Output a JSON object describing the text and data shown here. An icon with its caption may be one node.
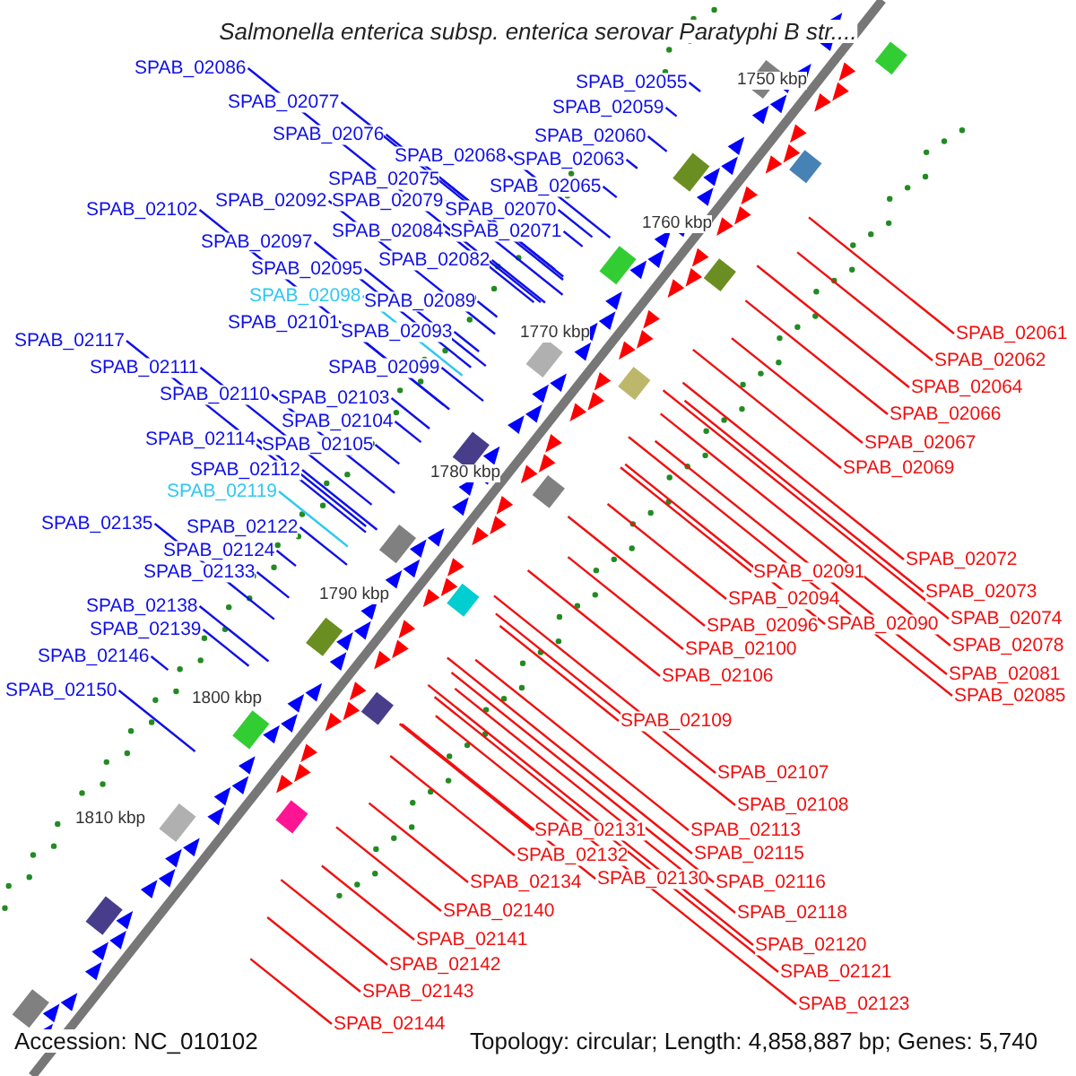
{
  "diagram": {
    "title": "Salmonella enterica subsp. enterica serovar Paratyphi B str....",
    "nodes": [
      {
        "text": [
          "SPAB_02086"
        ]
      },
      {
        "text": [
          "SPAB_02077"
        ]
      },
      {
        "text": [
          "SPAB_02076"
        ]
      },
      {
        "text": [
          "SPAB_02068"
        ]
      },
      {
        "text": [
          "SPAB_02075"
        ]
      },
      {
        "text": [
          "SPAB_02092"
        ]
      },
      {
        "text": [
          "SPAB_02079"
        ]
      },
      {
        "text": [
          "SPAB_02070"
        ]
      },
      {
        "text": [
          "SPAB_02102"
        ]
      },
      {
        "text": [
          "SPAB_02084"
        ]
      },
      {
        "text": [
          "SPAB_02071"
        ]
      },
      {
        "text": [
          "SPAB_02097"
        ]
      },
      {
        "text": [
          "SPAB_02082"
        ]
      },
      {
        "text": [
          "SPAB_02095"
        ]
      },
      {
        "text": [
          "SPAB_02098"
        ]
      },
      {
        "text": [
          "SPAB_02089"
        ]
      },
      {
        "text": [
          "SPAB_02101"
        ]
      },
      {
        "text": [
          "SPAB_02093"
        ]
      },
      {
        "text": [
          "SPAB_02117"
        ]
      },
      {
        "text": [
          "SPAB_02111"
        ]
      },
      {
        "text": [
          "SPAB_02099"
        ]
      },
      {
        "text": [
          "SPAB_02110"
        ]
      },
      {
        "text": [
          "SPAB_02103"
        ]
      },
      {
        "text": [
          "SPAB_02104"
        ]
      },
      {
        "text": [
          "SPAB_02114"
        ]
      },
      {
        "text": [
          "SPAB_02105"
        ]
      },
      {
        "text": [
          "SPAB_02112"
        ]
      },
      {
        "text": [
          "SPAB_02119"
        ]
      },
      {
        "text": [
          "SPAB_02135"
        ]
      },
      {
        "text": [
          "SPAB_02122"
        ]
      },
      {
        "text": [
          "SPAB_02124"
        ]
      },
      {
        "text": [
          "SPAB_02133"
        ]
      },
      {
        "text": [
          "SPAB_02138"
        ]
      },
      {
        "text": [
          "SPAB_02139"
        ]
      },
      {
        "text": [
          "SPAB_02146"
        ]
      },
      {
        "text": [
          "SPAB_02150"
        ]
      },
      {
        "text": [
          "SPAB_02055"
        ]
      },
      {
        "text": [
          "SPAB_02059"
        ]
      },
      {
        "text": [
          "SPAB_02060"
        ]
      },
      {
        "text": [
          "SPAB_02063"
        ]
      },
      {
        "text": [
          "SPAB_02065"
        ]
      },
      {
        "text": [
          "SPAB_02061"
        ]
      },
      {
        "text": [
          "SPAB_02062"
        ]
      },
      {
        "text": [
          "SPAB_02064"
        ]
      },
      {
        "text": [
          "SPAB_02066"
        ]
      },
      {
        "text": [
          "SPAB_02067"
        ]
      },
      {
        "text": [
          "SPAB_02069"
        ]
      },
      {
        "text": [
          "SPAB_02072"
        ]
      },
      {
        "text": [
          "SPAB_02073"
        ]
      },
      {
        "text": [
          "SPAB_02074"
        ]
      },
      {
        "text": [
          "SPAB_02078"
        ]
      },
      {
        "text": [
          "SPAB_02081"
        ]
      },
      {
        "text": [
          "SPAB_02085"
        ]
      },
      {
        "text": [
          "SPAB_02091"
        ]
      },
      {
        "text": [
          "SPAB_02094"
        ]
      },
      {
        "text": [
          "SPAB_02096"
        ]
      },
      {
        "text": [
          "SPAB_02090"
        ]
      },
      {
        "text": [
          "SPAB_02100"
        ]
      },
      {
        "text": [
          "SPAB_02106"
        ]
      },
      {
        "text": [
          "SPAB_02109"
        ]
      },
      {
        "text": [
          "SPAB_02107"
        ]
      },
      {
        "text": [
          "SPAB_02108"
        ]
      },
      {
        "text": [
          "SPAB_02113"
        ]
      },
      {
        "text": [
          "SPAB_02115"
        ]
      },
      {
        "text": [
          "SPAB_02116"
        ]
      },
      {
        "text": [
          "SPAB_02118"
        ]
      },
      {
        "text": [
          "SPAB_02120"
        ]
      },
      {
        "text": [
          "SPAB_02121"
        ]
      },
      {
        "text": [
          "SPAB_02123"
        ]
      },
      {
        "text": [
          "SPAB_02131"
        ]
      },
      {
        "text": [
          "SPAB_02132"
        ]
      },
      {
        "text": [
          "SPAB_02134"
        ]
      },
      {
        "text": [
          "SPAB_02130"
        ]
      },
      {
        "text": [
          "SPAB_02140"
        ]
      },
      {
        "text": [
          "SPAB_02141"
        ]
      },
      {
        "text": [
          "SPAB_02142"
        ]
      },
      {
        "text": [
          "SPAB_02143"
        ]
      },
      {
        "text": [
          "SPAB_02144"
        ]
      }
    ],
    "edges": [
      {
        "from": 0,
        "to": null,
        "arrow": "none"
      },
      {
        "from": 1,
        "to": null,
        "arrow": "none"
      },
      {
        "from": 2,
        "to": null,
        "arrow": "none"
      },
      {
        "from": 3,
        "to": null,
        "arrow": "none"
      },
      {
        "from": 4,
        "to": null,
        "arrow": "none"
      },
      {
        "from": 5,
        "to": null,
        "arrow": "none"
      },
      {
        "from": 6,
        "to": null,
        "arrow": "none"
      },
      {
        "from": 7,
        "to": null,
        "arrow": "none"
      },
      {
        "from": 8,
        "to": null,
        "arrow": "none"
      },
      {
        "from": 9,
        "to": null,
        "arrow": "none"
      },
      {
        "from": 10,
        "to": null,
        "arrow": "none"
      },
      {
        "from": 11,
        "to": null,
        "arrow": "none"
      },
      {
        "from": 12,
        "to": null,
        "arrow": "none"
      },
      {
        "from": 13,
        "to": null,
        "arrow": "none"
      },
      {
        "from": 14,
        "to": null,
        "arrow": "none",
        "color": "#30c8f0"
      },
      {
        "from": 15,
        "to": null,
        "arrow": "none"
      },
      {
        "from": 16,
        "to": null,
        "arrow": "none"
      },
      {
        "from": 17,
        "to": null,
        "arrow": "none"
      },
      {
        "from": 18,
        "to": null,
        "arrow": "none"
      },
      {
        "from": 19,
        "to": null,
        "arrow": "none"
      },
      {
        "from": 20,
        "to": null,
        "arrow": "none"
      },
      {
        "from": 21,
        "to": null,
        "arrow": "none"
      },
      {
        "from": 22,
        "to": null,
        "arrow": "none"
      },
      {
        "from": 23,
        "to": null,
        "arrow": "none"
      },
      {
        "from": 24,
        "to": null,
        "arrow": "none"
      },
      {
        "from": 25,
        "to": null,
        "arrow": "none"
      },
      {
        "from": 26,
        "to": null,
        "arrow": "none"
      },
      {
        "from": 27,
        "to": null,
        "arrow": "none",
        "color": "#30c8f0"
      },
      {
        "from": 28,
        "to": null,
        "arrow": "none"
      },
      {
        "from": 29,
        "to": null,
        "arrow": "none"
      },
      {
        "from": 30,
        "to": null,
        "arrow": "none"
      },
      {
        "from": 31,
        "to": null,
        "arrow": "none"
      },
      {
        "from": 32,
        "to": null,
        "arrow": "none"
      },
      {
        "from": 33,
        "to": null,
        "arrow": "none"
      },
      {
        "from": 34,
        "to": null,
        "arrow": "none"
      },
      {
        "from": 35,
        "to": null,
        "arrow": "none"
      },
      {
        "from": 36,
        "to": null,
        "arrow": "none"
      },
      {
        "from": 37,
        "to": null,
        "arrow": "none"
      },
      {
        "from": 38,
        "to": null,
        "arrow": "none"
      },
      {
        "from": 39,
        "to": null,
        "arrow": "none"
      },
      {
        "from": 40,
        "to": null,
        "arrow": "none"
      },
      {
        "from": 41,
        "to": null,
        "arrow": "none",
        "color": "#f01010"
      },
      {
        "from": 42,
        "to": null,
        "arrow": "none",
        "color": "#f01010"
      },
      {
        "from": 43,
        "to": null,
        "arrow": "none",
        "color": "#f01010"
      },
      {
        "from": 44,
        "to": null,
        "arrow": "none",
        "color": "#f01010"
      },
      {
        "from": 45,
        "to": null,
        "arrow": "none",
        "color": "#f01010"
      },
      {
        "from": 46,
        "to": null,
        "arrow": "none",
        "color": "#f01010"
      },
      {
        "from": 47,
        "to": null,
        "arrow": "none",
        "color": "#f01010"
      },
      {
        "from": 48,
        "to": null,
        "arrow": "none",
        "color": "#f01010"
      },
      {
        "from": 49,
        "to": null,
        "arrow": "none",
        "color": "#f01010"
      },
      {
        "from": 50,
        "to": null,
        "arrow": "none",
        "color": "#f01010"
      },
      {
        "from": 51,
        "to": null,
        "arrow": "none",
        "color": "#f01010"
      },
      {
        "from": 52,
        "to": null,
        "arrow": "none",
        "color": "#f01010"
      },
      {
        "from": 53,
        "to": null,
        "arrow": "none",
        "color": "#f01010"
      },
      {
        "from": 54,
        "to": null,
        "arrow": "none",
        "color": "#f01010"
      },
      {
        "from": 55,
        "to": null,
        "arrow": "none",
        "color": "#f01010"
      },
      {
        "from": 56,
        "to": null,
        "arrow": "none",
        "color": "#f01010"
      },
      {
        "from": 57,
        "to": null,
        "arrow": "none",
        "color": "#f01010"
      },
      {
        "from": 58,
        "to": null,
        "arrow": "none",
        "color": "#f01010"
      },
      {
        "from": 59,
        "to": null,
        "arrow": "none",
        "color": "#f01010"
      },
      {
        "from": 60,
        "to": null,
        "arrow": "none",
        "color": "#f01010"
      },
      {
        "from": 61,
        "to": null,
        "arrow": "none",
        "color": "#f01010"
      },
      {
        "from": 62,
        "to": null,
        "arrow": "none",
        "color": "#f01010"
      },
      {
        "from": 63,
        "to": null,
        "arrow": "none",
        "color": "#f01010"
      },
      {
        "from": 64,
        "to": null,
        "arrow": "none",
        "color": "#f01010"
      },
      {
        "from": 65,
        "to": null,
        "arrow": "none",
        "color": "#f01010"
      },
      {
        "from": 66,
        "to": null,
        "arrow": "none",
        "color": "#f01010"
      },
      {
        "from": 67,
        "to": null,
        "arrow": "none",
        "color": "#f01010"
      },
      {
        "from": 68,
        "to": null,
        "arrow": "none",
        "color": "#f01010"
      },
      {
        "from": 69,
        "to": null,
        "arrow": "none",
        "color": "#f01010"
      },
      {
        "from": 70,
        "to": null,
        "arrow": "none",
        "color": "#f01010"
      },
      {
        "from": 71,
        "to": null,
        "arrow": "none",
        "color": "#f01010"
      },
      {
        "from": 72,
        "to": null,
        "arrow": "none",
        "color": "#f01010"
      },
      {
        "from": 73,
        "to": null,
        "arrow": "none",
        "color": "#f01010"
      },
      {
        "from": 74,
        "to": null,
        "arrow": "none",
        "color": "#f01010"
      },
      {
        "from": 75,
        "to": null,
        "arrow": "none",
        "color": "#f01010"
      },
      {
        "from": 76,
        "to": null,
        "arrow": "none",
        "color": "#f01010"
      },
      {
        "from": 77,
        "to": null,
        "arrow": "none",
        "color": "#f01010"
      }
    ],
    "labels": [
      "1750 kbp",
      "1760 kbp",
      "1770 kbp",
      "1780 kbp",
      "1790 kbp",
      "1800 kbp",
      "1810 kbp",
      "Accession: NC_010102",
      "Topology: circular; Length: 4,858,887 bp; Genes: 5,740"
    ]
  }
}
